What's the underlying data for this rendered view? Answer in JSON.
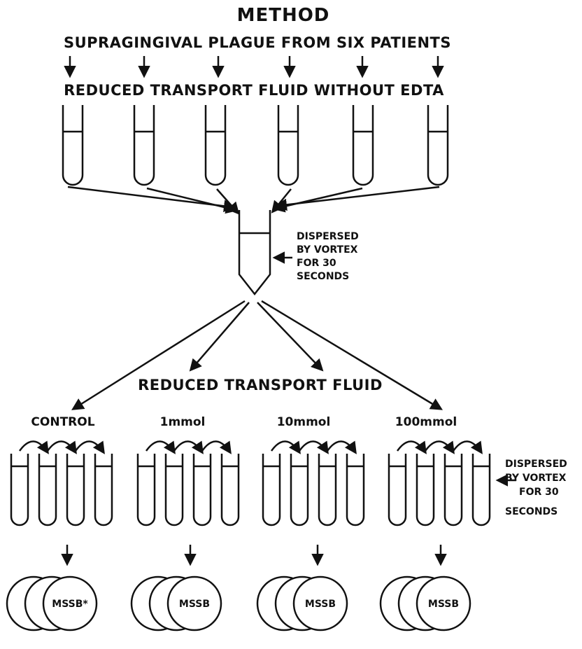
{
  "title": "METHOD",
  "source": "SUPRAGINGIVAL  PLAGUE  FROM  SIX  PATIENTS",
  "transport_initial": "REDUCED  TRANSPORT  FLUID  WITHOUT  EDTA",
  "pooled_note": [
    "DISPERSED",
    "BY VORTEX",
    "FOR 30",
    "SECONDS"
  ],
  "transport_second": "REDUCED  TRANSPORT  FLUID",
  "conditions": [
    "CONTROL",
    "1mmol",
    "10mmol",
    "100mmol"
  ],
  "dilution_note": [
    "DISPERSED",
    "BY VORTEX",
    "FOR 30",
    "SECONDS"
  ],
  "dish_labels": [
    "MSSB*",
    "MSSB",
    "MSSB",
    "MSSB"
  ],
  "colors": {
    "ink": "#111111",
    "background": "#ffffff"
  }
}
